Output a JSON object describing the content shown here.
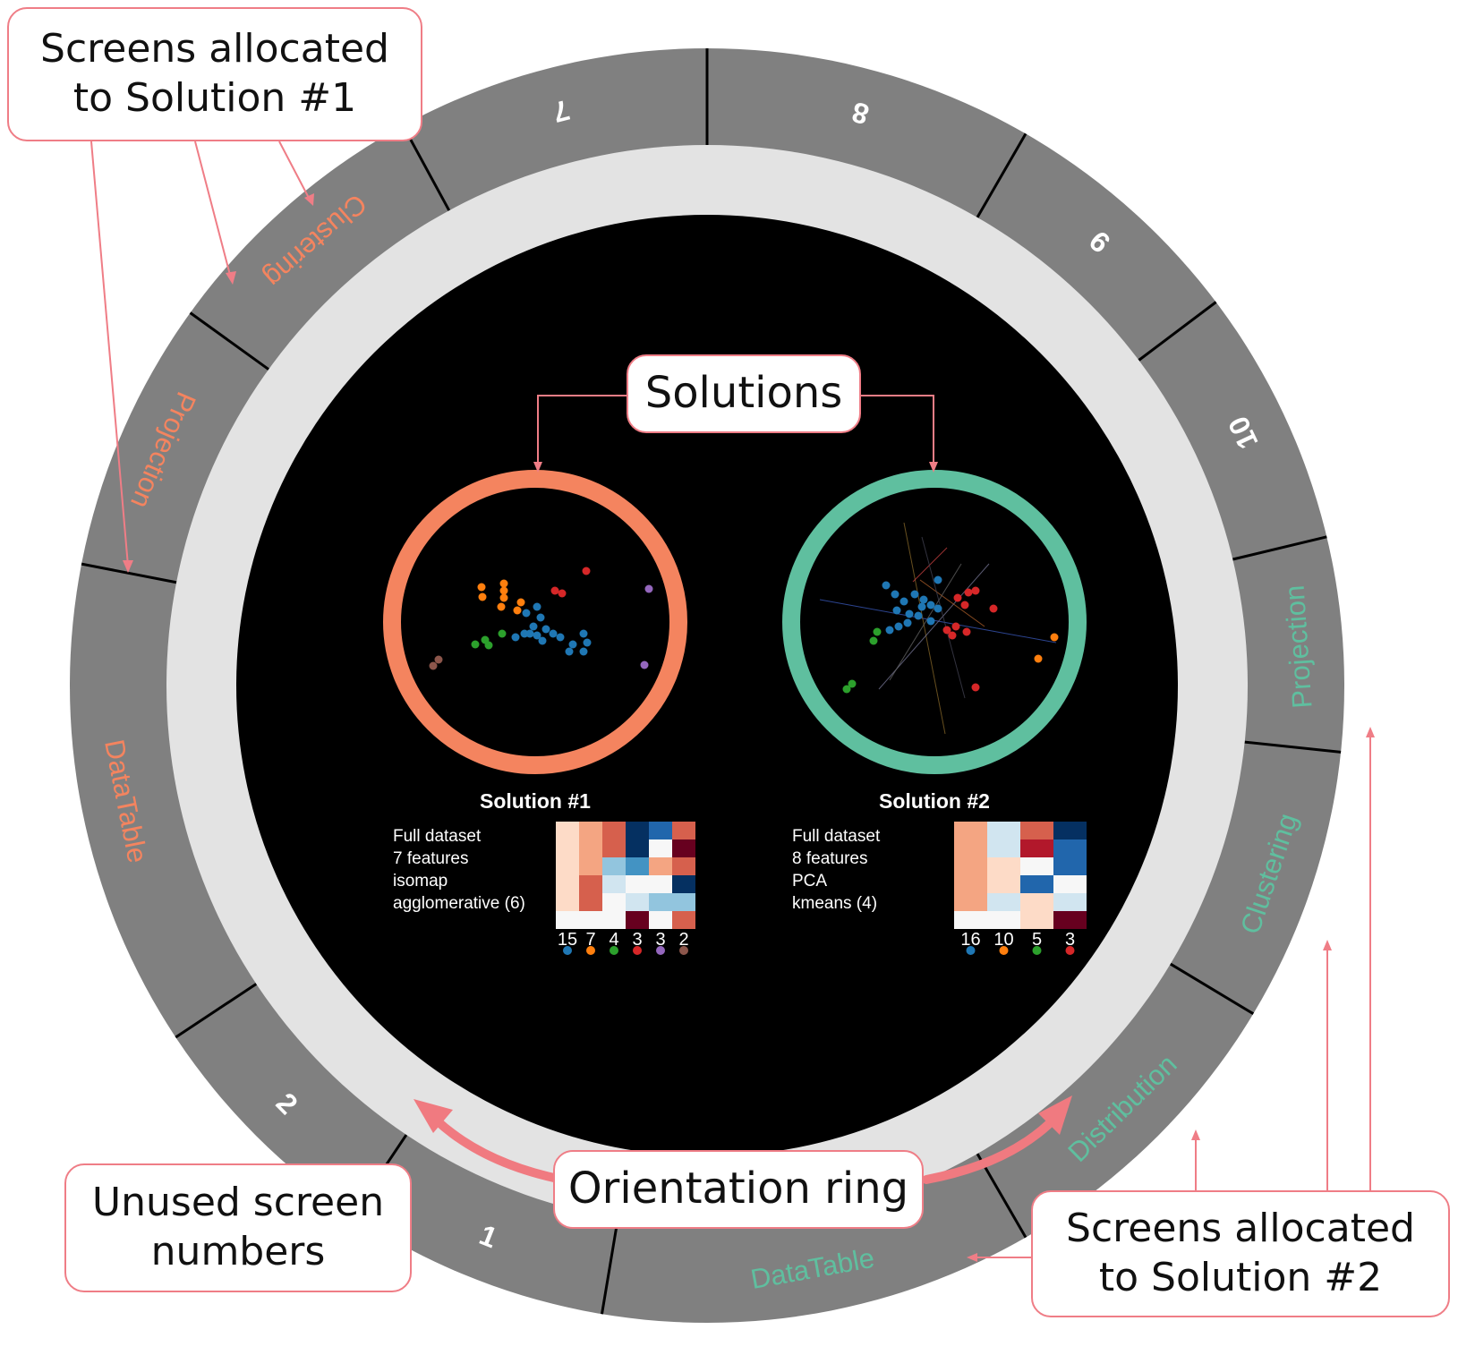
{
  "screens": [
    {
      "label": "1",
      "kind": "unused",
      "color": "#ffffff"
    },
    {
      "label": "2",
      "kind": "unused",
      "color": "#ffffff"
    },
    {
      "label": "DataTable",
      "kind": "solution1",
      "color": "#f4845f"
    },
    {
      "label": "Projection",
      "kind": "solution1",
      "color": "#f4845f"
    },
    {
      "label": "Clustering",
      "kind": "solution1",
      "color": "#f4845f"
    },
    {
      "label": "7",
      "kind": "unused",
      "color": "#ffffff"
    },
    {
      "label": "8",
      "kind": "unused",
      "color": "#ffffff"
    },
    {
      "label": "9",
      "kind": "unused",
      "color": "#ffffff"
    },
    {
      "label": "10",
      "kind": "unused",
      "color": "#ffffff"
    },
    {
      "label": "Projection",
      "kind": "solution2",
      "color": "#5fbf9f"
    },
    {
      "label": "Clustering",
      "kind": "solution2",
      "color": "#5fbf9f"
    },
    {
      "label": "Distribution",
      "kind": "solution2",
      "color": "#5fbf9f"
    },
    {
      "label": "DataTable",
      "kind": "solution2",
      "color": "#5fbf9f"
    }
  ],
  "callouts": {
    "screens_solution1": [
      "Screens allocated",
      "to Solution #1"
    ],
    "solutions": [
      "Solutions"
    ],
    "unused": [
      "Unused screen",
      "numbers"
    ],
    "orientation": [
      "Orientation ring"
    ],
    "screens_solution2": [
      "Screens allocated",
      "to Solution #2"
    ]
  },
  "solution1": {
    "title": "Solution #1",
    "ring_color": "#f4845f",
    "desc": [
      "Full dataset",
      "7 features",
      "isomap",
      "agglomerative (6)"
    ],
    "cluster_counts": [
      "15",
      "7",
      "4",
      "3",
      "3",
      "2"
    ],
    "cluster_colors": [
      "#1f77b4",
      "#ff7f0e",
      "#2ca02c",
      "#d62728",
      "#9467bd",
      "#8c564b"
    ]
  },
  "solution2": {
    "title": "Solution #2",
    "ring_color": "#5fbf9f",
    "desc": [
      "Full dataset",
      "8 features",
      "PCA",
      "kmeans (4)"
    ],
    "cluster_counts": [
      "16",
      "10",
      "5",
      "3"
    ],
    "cluster_colors": [
      "#1f77b4",
      "#ff7f0e",
      "#2ca02c",
      "#d62728"
    ]
  },
  "colors": {
    "outer_ring": "#808080",
    "inner_ring": "#e3e3e3",
    "center": "#000000",
    "callout_border": "#ef7d86",
    "arrow": "#f07a80"
  }
}
